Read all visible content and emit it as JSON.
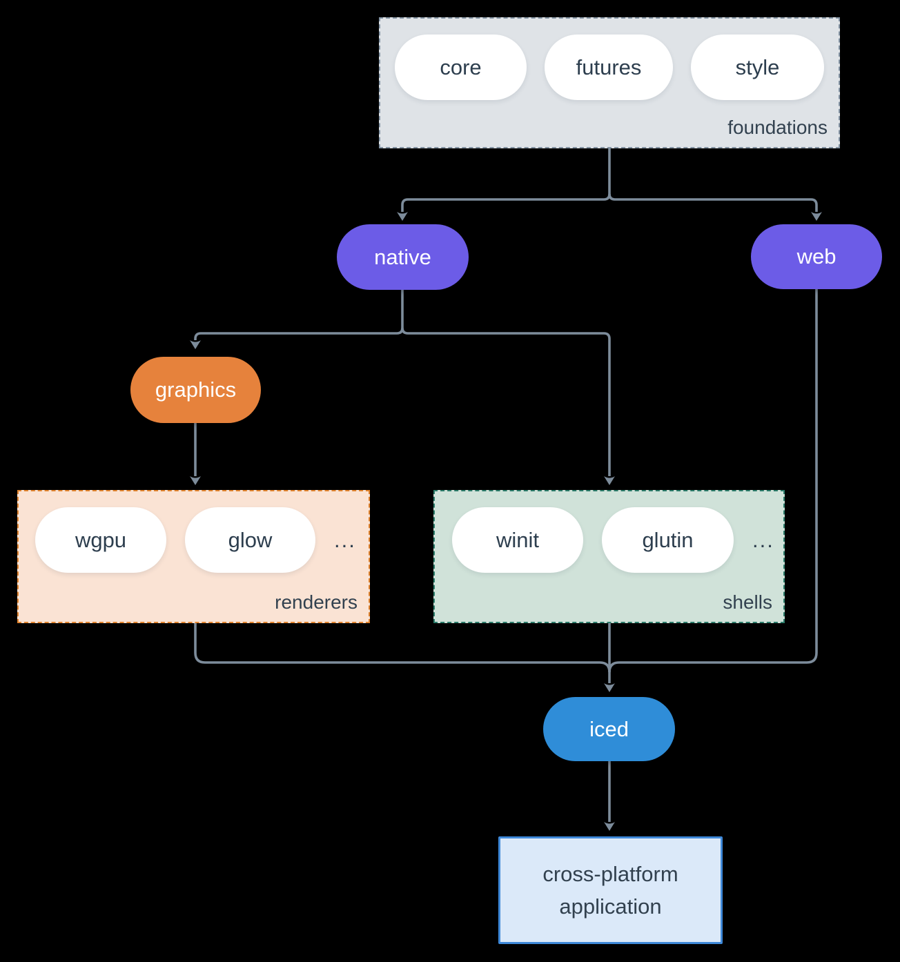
{
  "canvas": {
    "background_color": "#000000",
    "edge_color": "#7d8c9b"
  },
  "foundations": {
    "label": "foundations",
    "pills": [
      "core",
      "futures",
      "style"
    ],
    "fill": "#dfe3e7",
    "border_color": "#8494a4"
  },
  "native": {
    "label": "native",
    "fill": "#6c5ce7"
  },
  "web": {
    "label": "web",
    "fill": "#6c5ce7"
  },
  "graphics": {
    "label": "graphics",
    "fill": "#e6823c"
  },
  "renderers": {
    "label": "renderers",
    "pills": [
      "wgpu",
      "glow"
    ],
    "more": "...",
    "fill": "#fae3d4",
    "border_color": "#e2842e"
  },
  "shells": {
    "label": "shells",
    "pills": [
      "winit",
      "glutin"
    ],
    "more": "...",
    "fill": "#d0e2d9",
    "border_color": "#2b7c6a"
  },
  "iced": {
    "label": "iced",
    "fill": "#2f8dd8"
  },
  "application": {
    "line1": "cross-platform",
    "line2": "application",
    "fill": "#dbe9f9",
    "border_color": "#3e88d8"
  },
  "edges": [
    {
      "from": "foundations",
      "to": "native"
    },
    {
      "from": "foundations",
      "to": "web"
    },
    {
      "from": "native",
      "to": "graphics"
    },
    {
      "from": "native",
      "to": "shells"
    },
    {
      "from": "graphics",
      "to": "renderers"
    },
    {
      "from": "renderers",
      "to": "iced"
    },
    {
      "from": "shells",
      "to": "iced"
    },
    {
      "from": "web",
      "to": "iced"
    },
    {
      "from": "iced",
      "to": "application"
    }
  ],
  "text_colors": {
    "pill_text": "#2d3e4e",
    "node_text": "#ffffff",
    "group_label_text": "#32414f"
  }
}
